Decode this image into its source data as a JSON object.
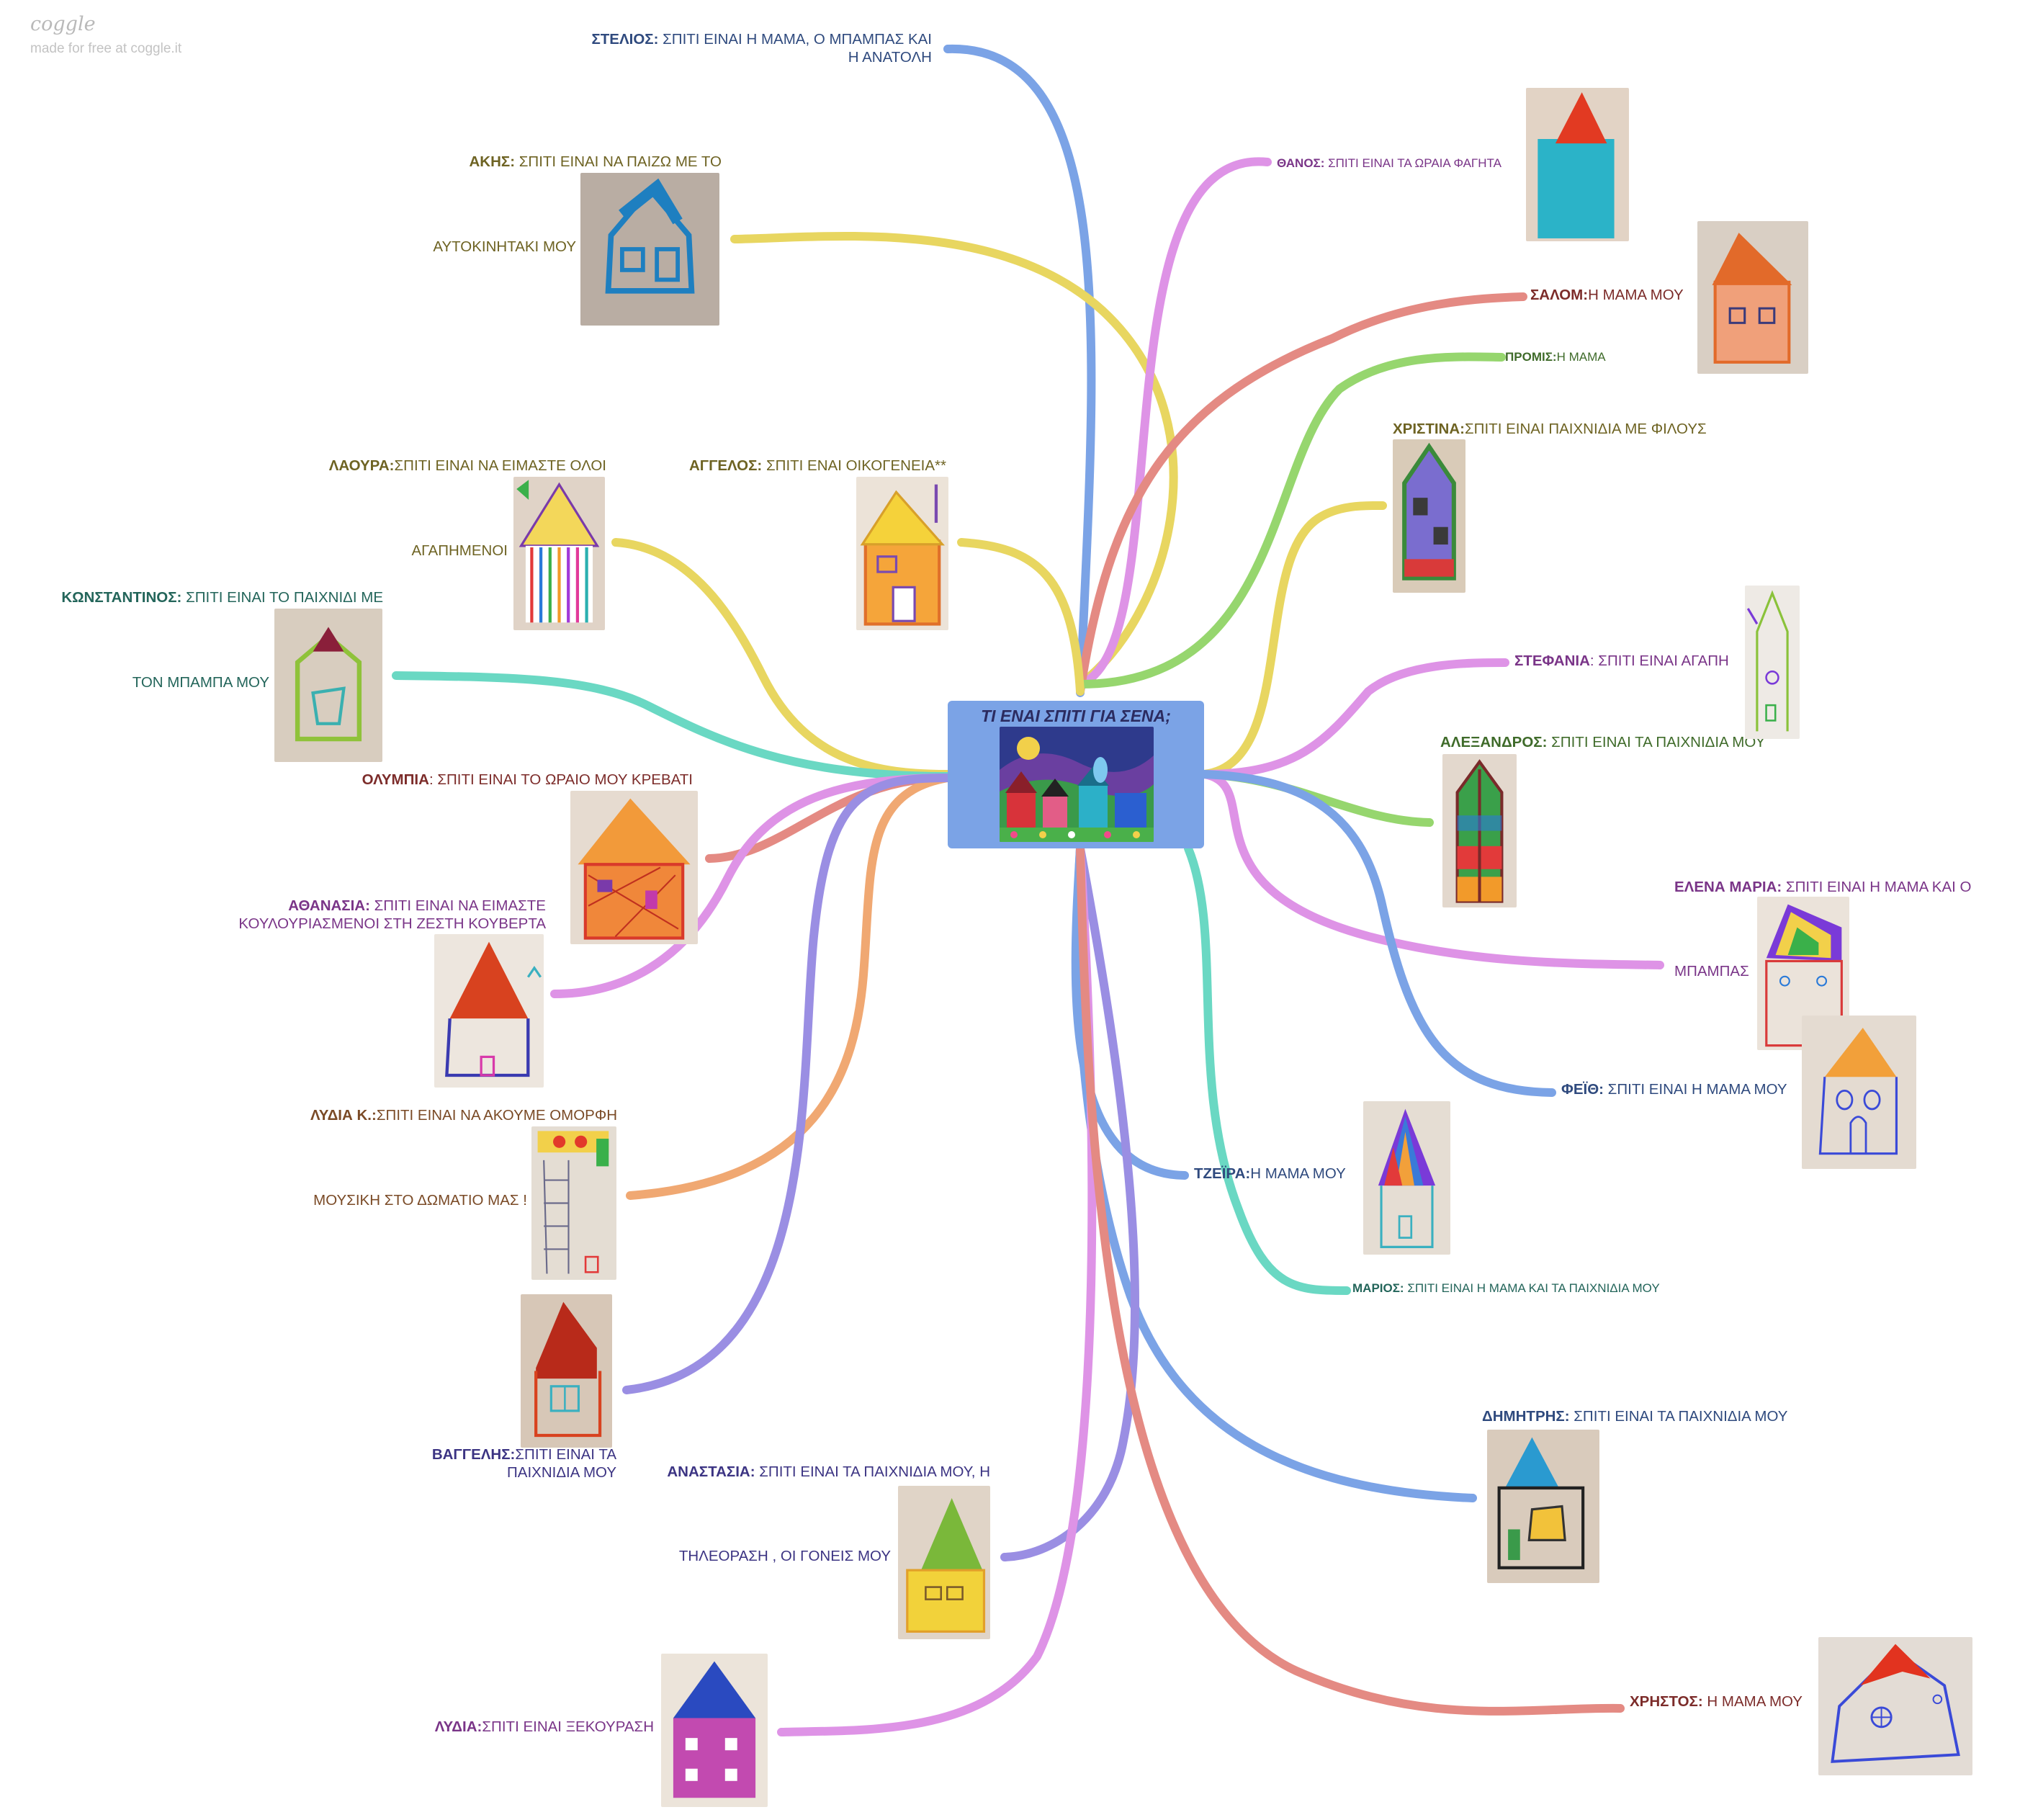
{
  "brand": {
    "name": "coggle",
    "subtitle": "made for free at coggle.it"
  },
  "root": {
    "title": "ΤΙ ΕΝΑΙ ΣΠΙΤΙ ΓΙΑ ΣΕΝΑ;"
  },
  "branches": [
    {
      "id": "stelios",
      "name": "ΣΤΕΛΙΟΣ:",
      "text": " ΣΠΙΤΙ ΕΙΝΑΙ Η ΜΑΜΑ, Ο ΜΠΑΜΠΑΣ ΚΑΙ",
      "text2": "Η ΑΝΑΤΟΛΗ",
      "color": "#7ba3e6",
      "label_color": "#2f4a7e"
    },
    {
      "id": "akis",
      "name": "ΑΚΗΣ:",
      "text": " ΣΠΙΤΙ ΕΙΝΑΙ ΝΑ ΠΑΙΖΩ ΜΕ ΤΟ",
      "text2": "ΑΥΤΟΚΙΝΗΤΑΚΙ ΜΟΥ",
      "color": "#e8d660",
      "label_color": "#6e6323"
    },
    {
      "id": "thanos",
      "name": "ΘΑΝΟΣ:",
      "text": " ΣΠΙΤΙ ΕΙΝΑΙ ΤΑ ΩΡΑΙΑ ΦΑΓΗΤΑ",
      "color": "#de93e6",
      "label_color": "#7a3588"
    },
    {
      "id": "salom",
      "name": "ΣΑΛΟΜ:",
      "text": "Η ΜΑΜΑ ΜΟΥ",
      "color": "#e48a83",
      "label_color": "#7c2c2a"
    },
    {
      "id": "promis",
      "name": "ΠΡΟΜΙΣ:",
      "text": "Η ΜΑΜΑ",
      "color": "#96d66e",
      "label_color": "#3f6b2a"
    },
    {
      "id": "christina",
      "name": "ΧΡΙΣΤΙΝΑ:",
      "text": "ΣΠΙΤΙ ΕΙΝΑΙ ΠΑΙΧΝΙΔΙΑ ΜΕ ΦΙΛΟΥΣ",
      "color": "#e8d660",
      "label_color": "#6e6323"
    },
    {
      "id": "laoura",
      "name": "ΛΑΟΥΡΑ:",
      "text": "ΣΠΙΤΙ ΕΙΝΑΙ ΝΑ ΕΙΜΑΣΤΕ ΟΛΟΙ",
      "text2": "ΑΓΑΠΗΜΕΝΟΙ",
      "color": "#e8d660",
      "label_color": "#6e6323"
    },
    {
      "id": "angelos",
      "name": "ΑΓΓΕΛΟΣ:",
      "text": " ΣΠΙΤΙ ΕΝΑΙ ΟΙΚΟΓΕΝΕΙΑ**",
      "color": "#e8d660",
      "label_color": "#6e6323"
    },
    {
      "id": "konstantinos",
      "name": "ΚΩΝΣΤΑΝΤΙΝΟΣ:",
      "text": " ΣΠΙΤΙ ΕΙΝΑΙ ΤΟ ΠΑΙΧΝΙΔΙ ΜΕ",
      "text2": "ΤΟΝ ΜΠΑΜΠΑ ΜΟΥ",
      "color": "#6ad8c3",
      "label_color": "#23655a"
    },
    {
      "id": "stefania",
      "name": "ΣΤΕΦΑΝΙΑ",
      "text": ": ΣΠΙΤΙ ΕΙΝΑΙ ΑΓΑΠΗ",
      "color": "#de93e6",
      "label_color": "#7a3588"
    },
    {
      "id": "alexandros",
      "name": "ΑΛΕΞΑΝΔΡΟΣ:",
      "text": " ΣΠΙΤΙ ΕΙΝΑΙ ΤΑ ΠΑΙΧΝΙΔΙΑ ΜΟΥ",
      "color": "#96d66e",
      "label_color": "#3f6b2a"
    },
    {
      "id": "olympia",
      "name": "ΟΛΥΜΠΙΑ",
      "text": ": ΣΠΙΤΙ ΕΙΝΑΙ ΤΟ ΩΡΑΙΟ ΜΟΥ ΚΡΕΒΑΤΙ",
      "color": "#e48a83",
      "label_color": "#7c2c2a"
    },
    {
      "id": "elena",
      "name": "ΕΛΕΝΑ ΜΑΡΙΑ:",
      "text": " ΣΠΙΤΙ ΕΙΝΑΙ Η ΜΑΜΑ ΚΑΙ Ο",
      "text2": "ΜΠΑΜΠΑΣ",
      "color": "#de93e6",
      "label_color": "#7a3588"
    },
    {
      "id": "athanasia",
      "name": "ΑΘΑΝΑΣΙΑ:",
      "text": " ΣΠΙΤΙ ΕΙΝΑΙ ΝΑ ΕΙΜΑΣΤΕ",
      "text2": "ΚΟΥΛΟΥΡΙΑΣΜΕΝΟΙ ΣΤΗ ΖΕΣΤΗ ΚΟΥΒΕΡΤΑ",
      "color": "#de93e6",
      "label_color": "#7a3588"
    },
    {
      "id": "feio",
      "name": "ΦΕΪΘ:",
      "text": " ΣΠΙΤΙ ΕΙΝΑΙ Η ΜΑΜΑ ΜΟΥ",
      "color": "#7ba3e6",
      "label_color": "#2f4a7e"
    },
    {
      "id": "lydiak",
      "name": "ΛΥΔΙΑ Κ.:",
      "text": "ΣΠΙΤΙ ΕΙΝΑΙ ΝΑ ΑΚΟΥΜΕ ΟΜΟΡΦΗ",
      "text2": "ΜΟΥΣΙΚΗ ΣΤΟ ΔΩΜΑΤΙΟ ΜΑΣ !",
      "color": "#f0a872",
      "label_color": "#7a4a26"
    },
    {
      "id": "tzeira",
      "name": "ΤΖΕΪΡΑ:",
      "text": "Η ΜΑΜΑ ΜΟΥ",
      "color": "#7ba3e6",
      "label_color": "#2f4a7e"
    },
    {
      "id": "marios",
      "name": "ΜΑΡΙΟΣ:",
      "text": " ΣΠΙΤΙ ΕΙΝΑΙ Η ΜΑΜΑ ΚΑΙ ΤΑ ΠΑΙΧΝΙΔΙΑ ΜΟΥ",
      "color": "#6ad8c3",
      "label_color": "#23655a"
    },
    {
      "id": "vaggelis",
      "name": "ΒΑΓΓΕΛΗΣ:",
      "text": "ΣΠΙΤΙ ΕΙΝΑΙ ΤΑ",
      "text2": "ΠΑΙΧΝΙΔΙΑ ΜΟΥ",
      "color": "#9a8ee3",
      "label_color": "#3c3483"
    },
    {
      "id": "dimitris",
      "name": "ΔΗΜΗΤΡΗΣ:",
      "text": " ΣΠΙΤΙ ΕΙΝΑΙ ΤΑ ΠΑΙΧΝΙΔΙΑ ΜΟΥ",
      "color": "#7ba3e6",
      "label_color": "#2f4a7e"
    },
    {
      "id": "anastasia",
      "name": "ΑΝΑΣΤΑΣΙΑ:",
      "text": " ΣΠΙΤΙ ΕΙΝΑΙ ΤΑ ΠΑΙΧΝΙΔΙΑ ΜΟΥ, Η",
      "text2": "ΤΗΛΕΟΡΑΣΗ , ΟΙ ΓΟΝΕΙΣ ΜΟΥ",
      "color": "#9a8ee3",
      "label_color": "#3c3483"
    },
    {
      "id": "lydia",
      "name": "ΛΥΔΙΑ:",
      "text": "ΣΠΙΤΙ ΕΙΝΑΙ ΞΕΚΟΥΡΑΣΗ",
      "color": "#de93e6",
      "label_color": "#7a3588"
    },
    {
      "id": "christos",
      "name": "ΧΡΗΣΤΟΣ:",
      "text": " Η ΜΑΜΑ ΜΟΥ",
      "color": "#e48a83",
      "label_color": "#7c2c2a"
    }
  ]
}
